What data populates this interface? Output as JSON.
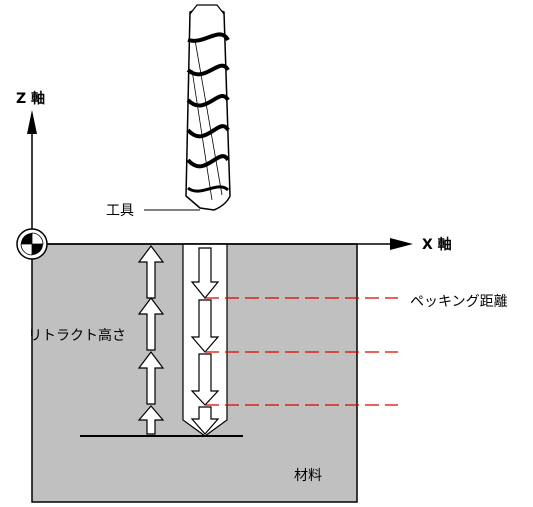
{
  "labels": {
    "z_axis": "Z 軸",
    "x_axis": "X 軸",
    "tool": "工具",
    "retract_height": "リトラクト高さ",
    "pecking_distance": "ペッキング距離",
    "material": "材料"
  },
  "colors": {
    "material_fill": "#c0c0c0",
    "stroke": "#000000",
    "pecking_lines": "#e00000",
    "background": "#ffffff"
  }
}
